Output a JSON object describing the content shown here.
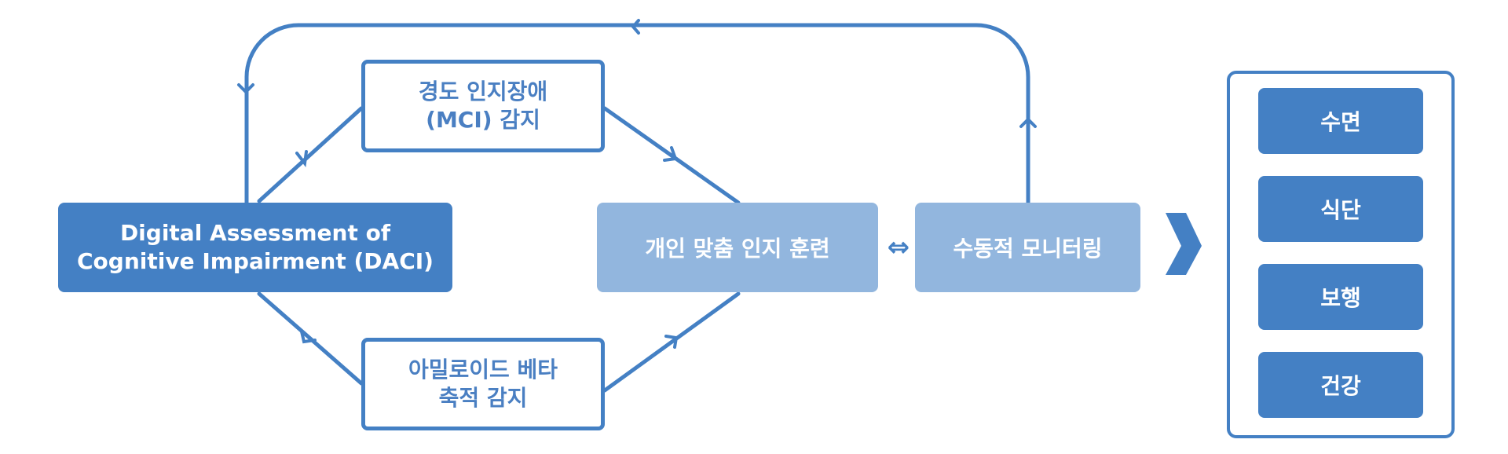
{
  "colors": {
    "accent": "#4480c4",
    "light": "#92b6de",
    "text": "#4a7fc2",
    "white": "#ffffff"
  },
  "nodes": {
    "daci": {
      "line1": "Digital Assessment of",
      "line2": "Cognitive Impairment (DACI)"
    },
    "mci": {
      "line1": "경도 인지장애",
      "line2": "(MCI) 감지"
    },
    "amyloid": {
      "line1": "아밀로이드 베타",
      "line2": "축적 감지"
    },
    "training": {
      "label": "개인 맞춤 인지 훈련"
    },
    "monitoring": {
      "label": "수동적 모니터링"
    }
  },
  "connector": {
    "bidirectional_symbol": "⇔"
  },
  "sidebar": {
    "items": [
      {
        "label": "수면"
      },
      {
        "label": "식단"
      },
      {
        "label": "보행"
      },
      {
        "label": "건강"
      }
    ]
  }
}
